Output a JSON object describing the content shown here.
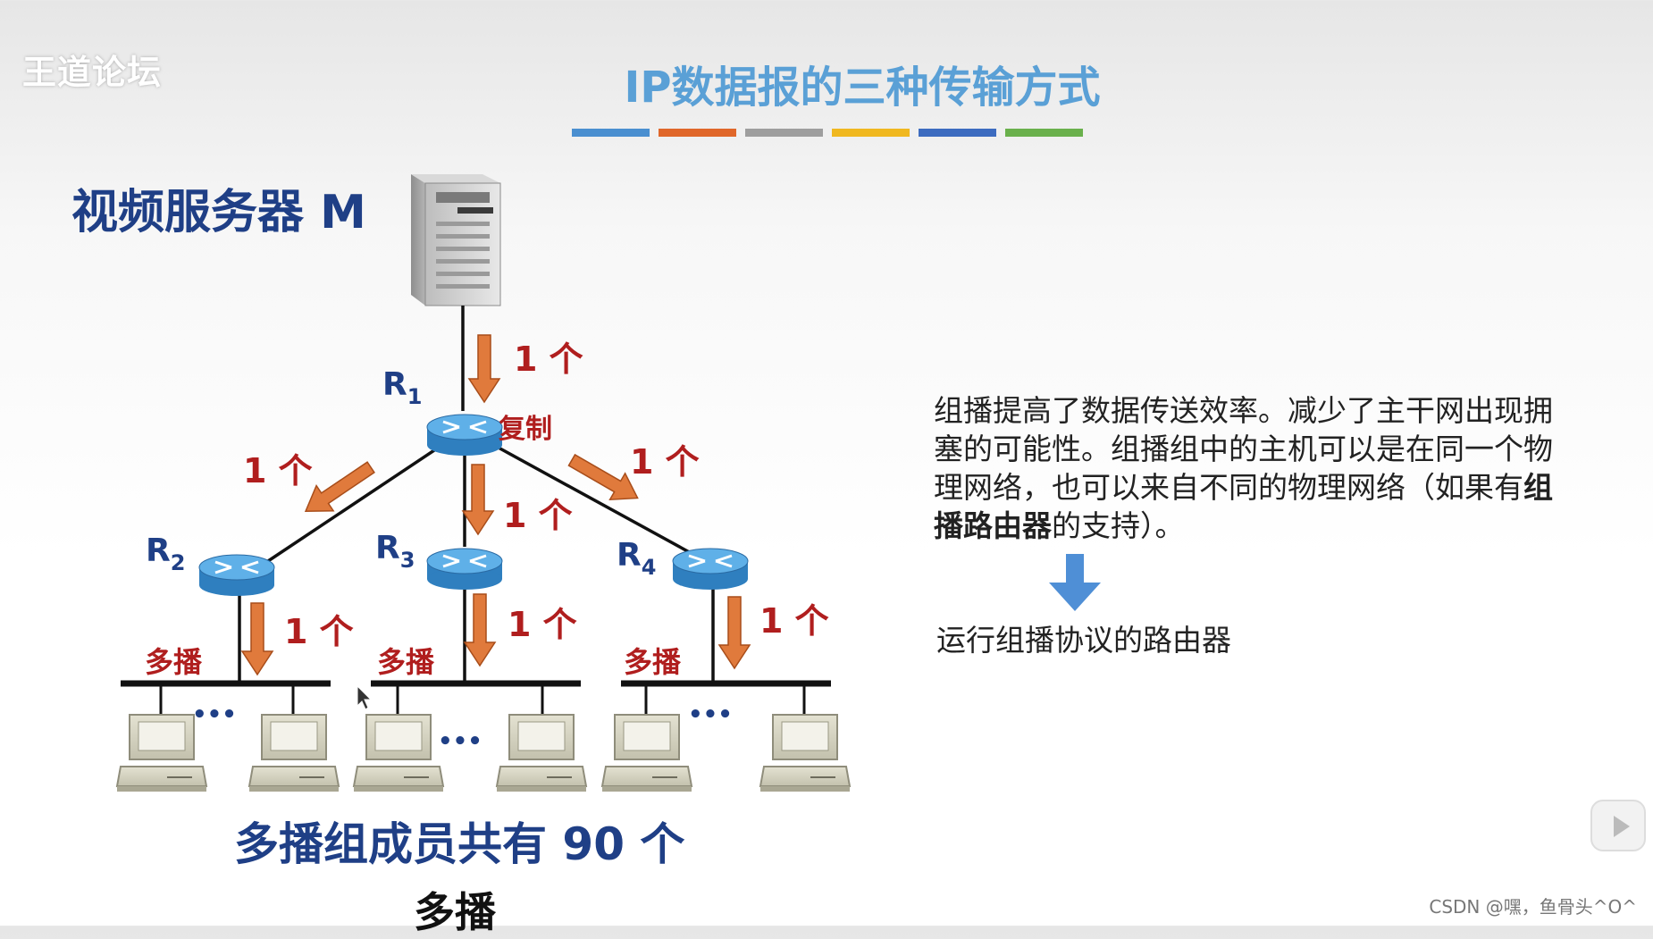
{
  "watermark": "王道论坛",
  "title": "IP数据报的三种传输方式",
  "color_bar": [
    "#4a8fd0",
    "#e0672a",
    "#9e9e9e",
    "#f0b820",
    "#3d6cc0",
    "#6ab04c"
  ],
  "server_label": "视频服务器 M",
  "routers": {
    "r1": {
      "label": "R",
      "sub": "1"
    },
    "r2": {
      "label": "R",
      "sub": "2"
    },
    "r3": {
      "label": "R",
      "sub": "3"
    },
    "r4": {
      "label": "R",
      "sub": "4"
    }
  },
  "copy_label": "复制",
  "one_label": "1 个",
  "multicast_label": "多播",
  "ellipsis": "•••",
  "description": {
    "part1": "组播提高了数据传送效率。减少了主干网出现拥塞的可能性。组播组中的主机可以是在同一个物理网络，也可以来自不同的物理网络（如果有",
    "bold": "组播路由器",
    "part2": "的支持）。"
  },
  "router_protocol": "运行组播协议的路由器",
  "group_members": "多播组成员共有 90 个",
  "subtitle": "多播",
  "credit": "CSDN @嘿，鱼骨头^O^",
  "colors": {
    "arrow": "#e07a3c",
    "arrow_stroke": "#a84d1a",
    "red_text": "#b01e1e",
    "navy": "#1f3f86",
    "router_top": "#5fb0e8",
    "router_side": "#2f7fbf",
    "blue_arrow": "#4f8fd6"
  }
}
